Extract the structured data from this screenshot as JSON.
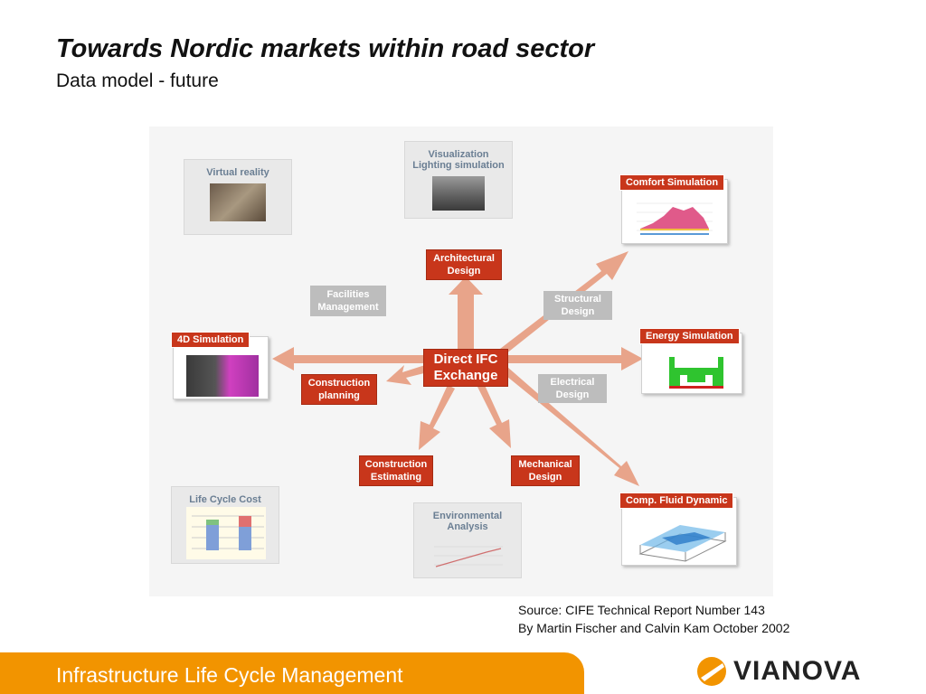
{
  "title": "Towards Nordic markets within road sector",
  "subtitle": "Data model - future",
  "diagram": {
    "center": "Direct IFC\nExchange",
    "nodes": {
      "architectural": "Architectural\nDesign",
      "facilities": "Facilities\nManagement",
      "structural": "Structural\nDesign",
      "construction_planning": "Construction\nplanning",
      "electrical": "Electrical\nDesign",
      "construction_estimating": "Construction\nEstimating",
      "mechanical": "Mechanical\nDesign"
    },
    "cards": {
      "virtual_reality": "Virtual reality",
      "visualization": "Visualization\nLighting simulation",
      "comfort": "Comfort Simulation",
      "simulation_4d": "4D Simulation",
      "energy": "Energy Simulation",
      "life_cycle_cost": "Life Cycle Cost",
      "environmental": "Environmental\nAnalysis",
      "cfd": "Comp. Fluid Dynamic"
    }
  },
  "source": {
    "line1": "Source: CIFE Technical Report Number 143",
    "line2": "By Martin Fischer and Calvin Kam October 2002"
  },
  "footer": "Infrastructure Life Cycle Management",
  "logo": "VIANOVA",
  "colors": {
    "accent_red": "#c8361b",
    "arrow": "#e8a48a",
    "footer_orange": "#f29400",
    "grey_box": "#bdbdbd"
  }
}
